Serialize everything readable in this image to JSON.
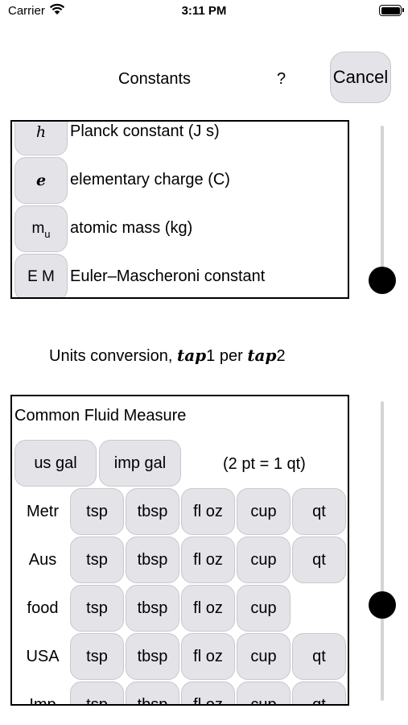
{
  "status_bar": {
    "carrier": "Carrier",
    "time": "3:11 PM"
  },
  "header": {
    "title": "Constants",
    "help": "?",
    "cancel_label": "Cancel"
  },
  "constants": [
    {
      "symbol": "h",
      "label": "Planck constant (J s)"
    },
    {
      "symbol": "e",
      "label": "elementary charge (C)"
    },
    {
      "symbol": "m",
      "symbol_sub": "u",
      "label": "atomic mass (kg)"
    },
    {
      "symbol": "E M",
      "label": "Euler–Mascheroni constant"
    }
  ],
  "units": {
    "title_prefix": "Units conversion, ",
    "tap1": "tap",
    "num1": "1",
    "per": " per ",
    "tap2": "tap",
    "num2": "2",
    "category": "Common Fluid Measure",
    "gal_buttons": [
      "us gal",
      "imp gal"
    ],
    "note": "(2 pt = 1 qt)",
    "rows": [
      {
        "label": "Metr",
        "buttons": [
          "tsp",
          "tbsp",
          "fl oz",
          "cup",
          "qt"
        ]
      },
      {
        "label": "Aus",
        "buttons": [
          "tsp",
          "tbsp",
          "fl oz",
          "cup",
          "qt"
        ]
      },
      {
        "label": "food",
        "buttons": [
          "tsp",
          "tbsp",
          "fl oz",
          "cup"
        ]
      },
      {
        "label": "USA",
        "buttons": [
          "tsp",
          "tbsp",
          "fl oz",
          "cup",
          "qt"
        ]
      },
      {
        "label": "Imp",
        "buttons": [
          "tsp",
          "tbsp",
          "fl oz",
          "cup",
          "qt"
        ]
      }
    ]
  },
  "sliders": {
    "constants_position": 1.0,
    "units_position": 0.68
  }
}
